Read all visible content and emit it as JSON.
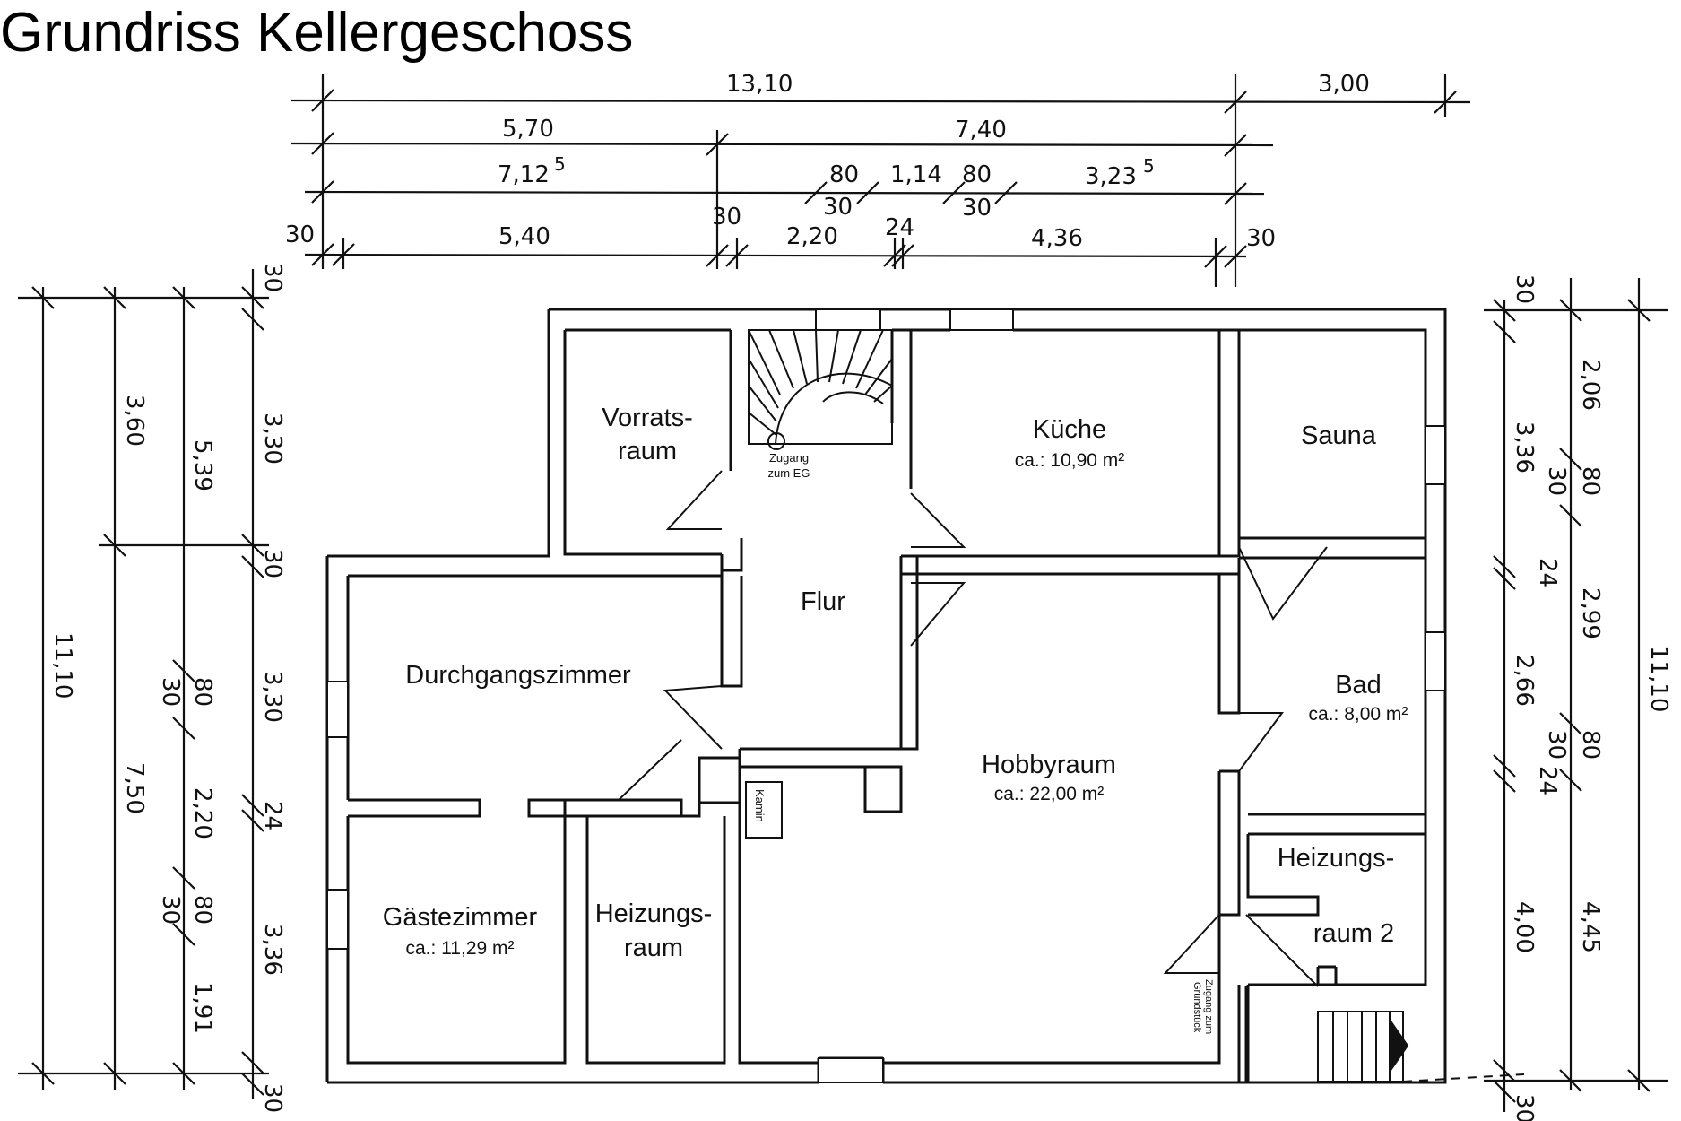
{
  "title": "Grundriss Kellergeschoss",
  "rooms": {
    "vorrat_1": "Vorrats-",
    "vorrat_2": "raum",
    "kueche": "Küche",
    "kueche_area": "ca.: 10,90 m²",
    "sauna": "Sauna",
    "flur": "Flur",
    "durchgang": "Durchgangszimmer",
    "bad": "Bad",
    "bad_area": "ca.: 8,00 m²",
    "hobby": "Hobbyraum",
    "hobby_area": "ca.: 22,00 m²",
    "heizung2_1": "Heizungs-",
    "heizung2_2": "raum 2",
    "gaeste": "Gästezimmer",
    "gaeste_area": "ca.: 11,29 m²",
    "heizung_1": "Heizungs-",
    "heizung_2": "raum"
  },
  "notes": {
    "zugang_eg_1": "Zugang",
    "zugang_eg_2": "zum EG",
    "kamin": "Kamin",
    "zugang_grund_1": "Zugang zum",
    "zugang_grund_2": "Grundstück"
  },
  "dims_top": {
    "r1a": "13,10",
    "r1b": "3,00",
    "r2a": "5,70",
    "r2b": "7,40",
    "r3a": "7,12",
    "r3a_sup": "5",
    "r3b": "80",
    "r3c": "30",
    "r3d": "1,14",
    "r3e": "80",
    "r3f": "30",
    "r3g": "3,23",
    "r3g_sup": "5",
    "r4a": "30",
    "r4b": "5,40",
    "r4c": "30",
    "r4d": "2,20",
    "r4e": "24",
    "r4f": "4,36",
    "r4g": "30"
  },
  "dims_left": {
    "c1": "11,10",
    "c2a": "3,60",
    "c2b": "7,50",
    "c3a": "5,39",
    "c3b": "80",
    "c3c": "30",
    "c3d": "2,20",
    "c3e": "80",
    "c3f": "30",
    "c3g": "1,91",
    "c4a": "30",
    "c4b": "3,30",
    "c4c": "30",
    "c4d": "3,30",
    "c4e": "24",
    "c4f": "3,36",
    "c4g": "30"
  },
  "dims_right": {
    "c1a": "30",
    "c1b": "3,36",
    "c1c": "24",
    "c1d": "2,66",
    "c1e": "24",
    "c1f": "4,00",
    "c1g": "30",
    "c2a": "2,06",
    "c2b": "80",
    "c2c": "30",
    "c2d": "2,99",
    "c2e": "80",
    "c2f": "30",
    "c2g": "4,45",
    "c3": "11,10"
  }
}
